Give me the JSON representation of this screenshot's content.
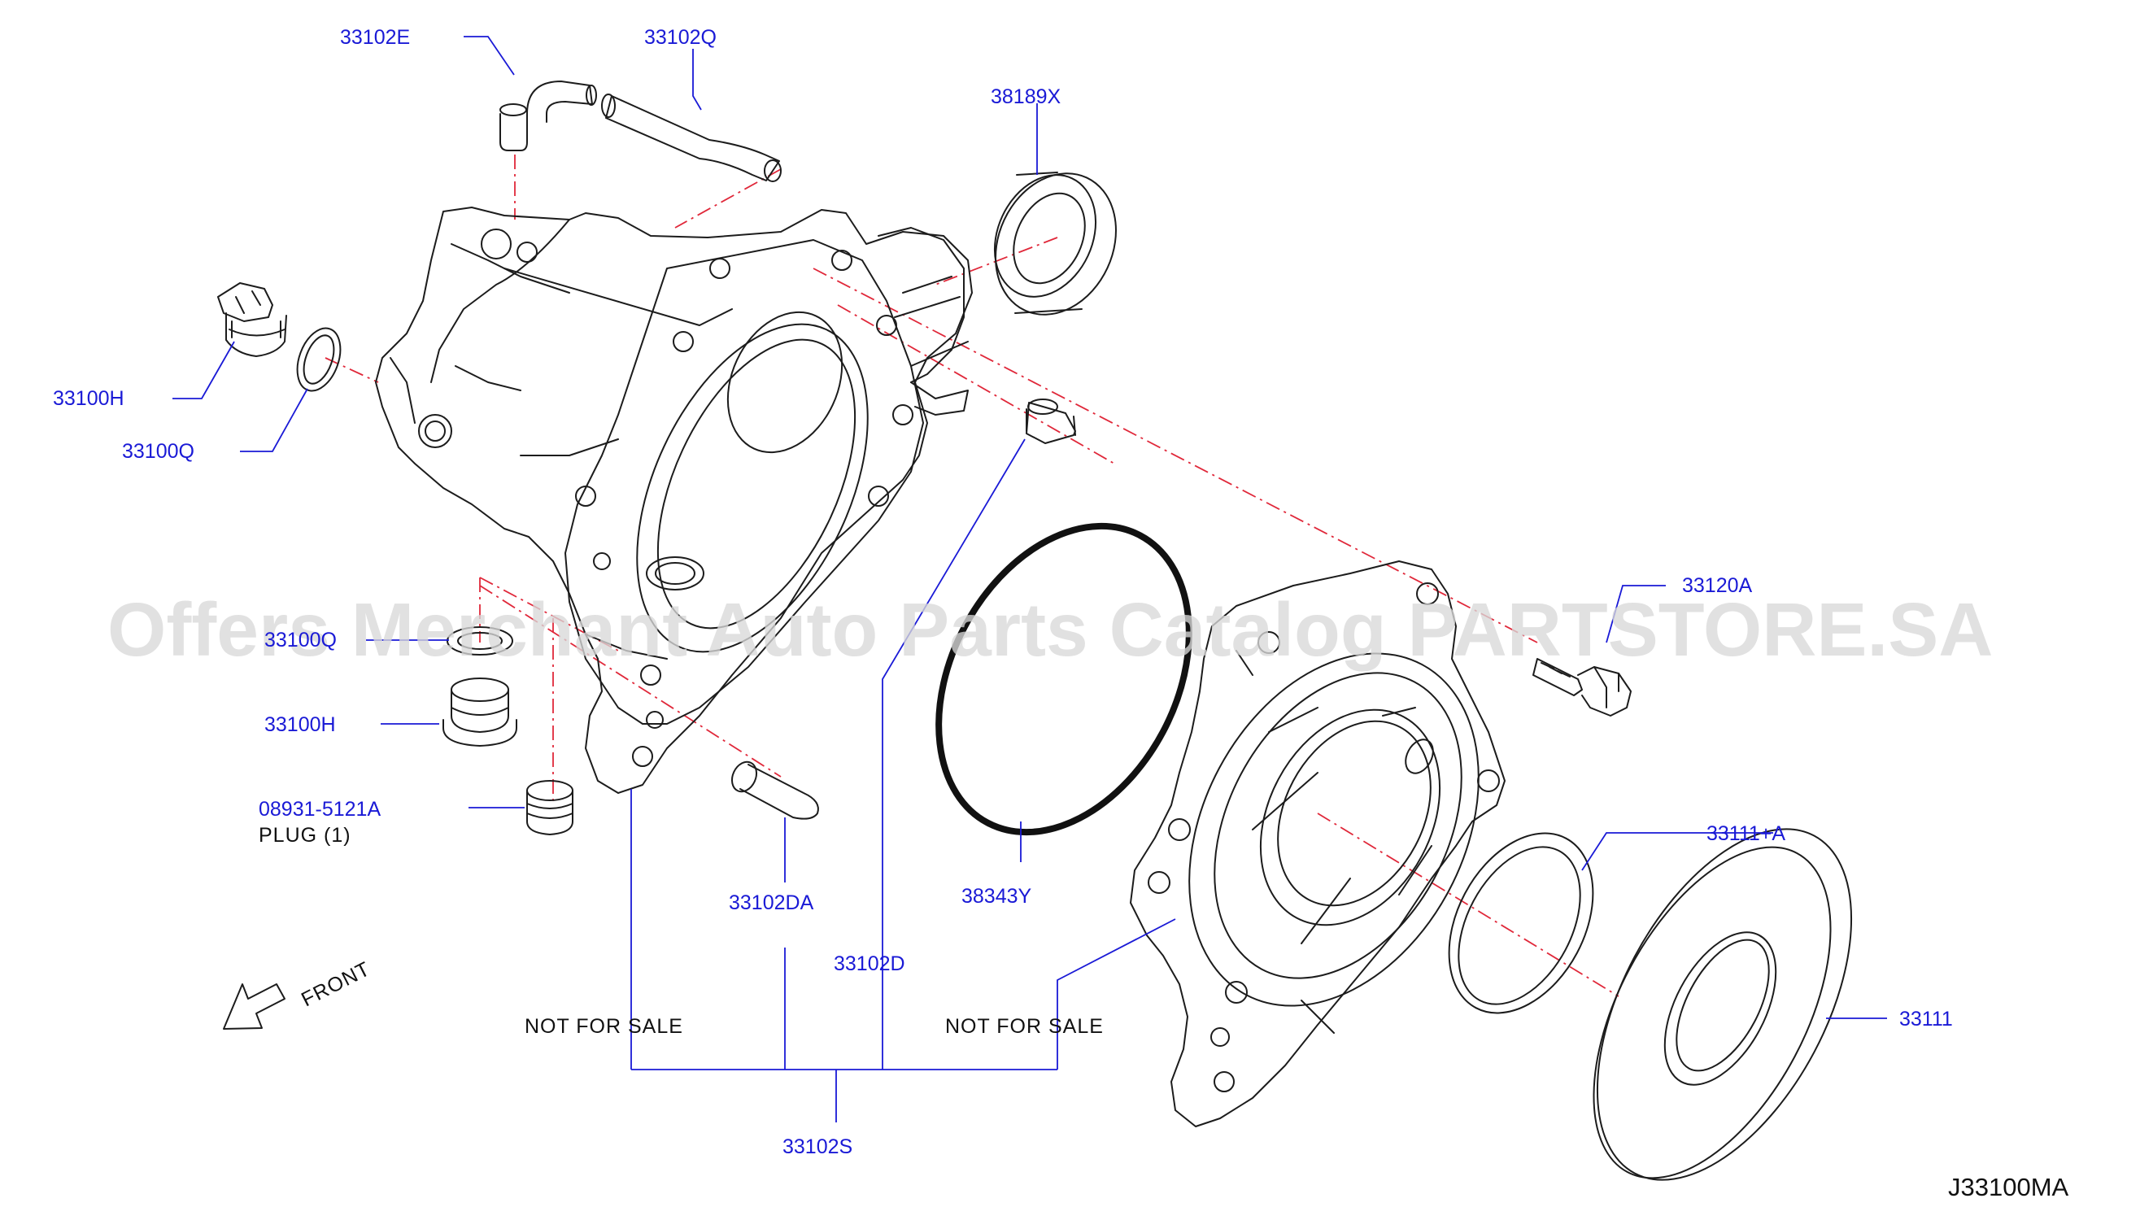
{
  "diagram": {
    "code": "J33100MA",
    "watermark": "Offers Merchant Auto Parts Catalog PARTSTORE.SA",
    "front_label": "FRONT",
    "not_for_sale_left": "NOT   FOR   SALE",
    "not_for_sale_right": "NOT   FOR   SALE",
    "plug_note": "PLUG    (1)",
    "colors": {
      "callout": "#1a1ad6",
      "centerline": "#e0283a",
      "linework": "#1c1c1c",
      "watermark": "#d9d9d9"
    }
  },
  "callouts": {
    "c33102E": "33102E",
    "c33102Q": "33102Q",
    "c38189X": "38189X",
    "c33100H_top": "33100H",
    "c33100Q_top": "33100Q",
    "c33100Q_mid": "33100Q",
    "c33100H_mid": "33100H",
    "c08931": "08931-5121A",
    "c33102DA": "33102DA",
    "c33102D": "33102D",
    "c38343Y": "38343Y",
    "c33120A": "33120A",
    "c33111A": "33111+A",
    "c33111": "33111",
    "c33102S": "33102S"
  }
}
